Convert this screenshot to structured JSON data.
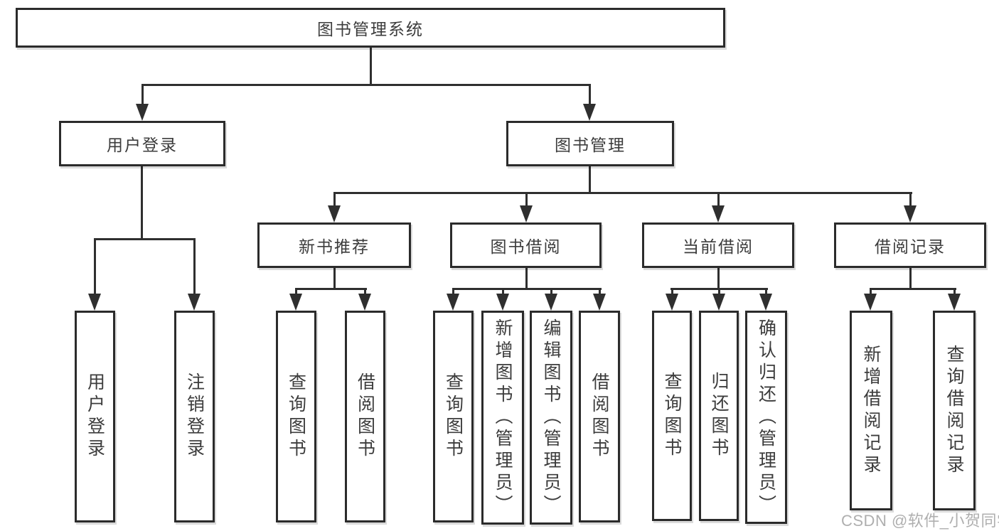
{
  "root": "图书管理系统",
  "level2": [
    "用户登录",
    "图书管理"
  ],
  "level3": [
    "新书推荐",
    "图书借阅",
    "当前借阅",
    "借阅记录"
  ],
  "leaves": {
    "user_login": [
      "用户登录",
      "注销登录"
    ],
    "new_book": [
      "查询图书",
      "借阅图书"
    ],
    "book_borrow": [
      "查询图书",
      "新增图书（管理员）",
      "编辑图书（管理员）",
      "借阅图书"
    ],
    "current_borrow": [
      "查询图书",
      "归还图书",
      "确认归还（管理员）"
    ],
    "borrow_records": [
      "新增借阅记录",
      "查询借阅记录"
    ]
  },
  "watermark": "CSDN @软件_小贺同学",
  "colors": {
    "line": "#2f2f2f",
    "box_border": "#2b2b2b",
    "text": "#3c3c3c",
    "background": "#ffffff",
    "watermark": "#a8a8a8"
  }
}
